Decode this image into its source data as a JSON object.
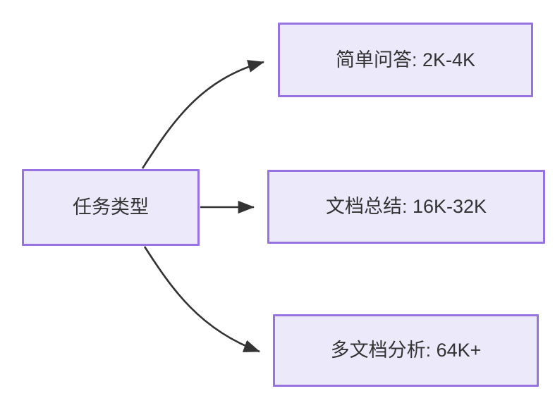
{
  "diagram": {
    "type": "flowchart",
    "title": "",
    "background_color": "#ffffff",
    "node_fill_color": "#ece9fb",
    "node_border_color": "#9673e0",
    "node_text_color": "#333333",
    "edge_color": "#333333",
    "nodes": [
      {
        "id": "source",
        "label": "任务类型",
        "role": "root"
      },
      {
        "id": "simple-qa",
        "label": "简单问答: 2K-4K",
        "role": "leaf"
      },
      {
        "id": "doc-summary",
        "label": "文档总结: 16K-32K",
        "role": "leaf"
      },
      {
        "id": "multi-doc",
        "label": "多文档分析: 64K+",
        "role": "leaf"
      }
    ],
    "edges": [
      {
        "id": "edge-source-simple-qa",
        "from": "source",
        "to": "simple-qa",
        "label": "",
        "style": "curved-arrow"
      },
      {
        "id": "edge-source-doc-summary",
        "from": "source",
        "to": "doc-summary",
        "label": "",
        "style": "straight-arrow"
      },
      {
        "id": "edge-source-multi-doc",
        "from": "source",
        "to": "multi-doc",
        "label": "",
        "style": "curved-arrow"
      }
    ]
  }
}
